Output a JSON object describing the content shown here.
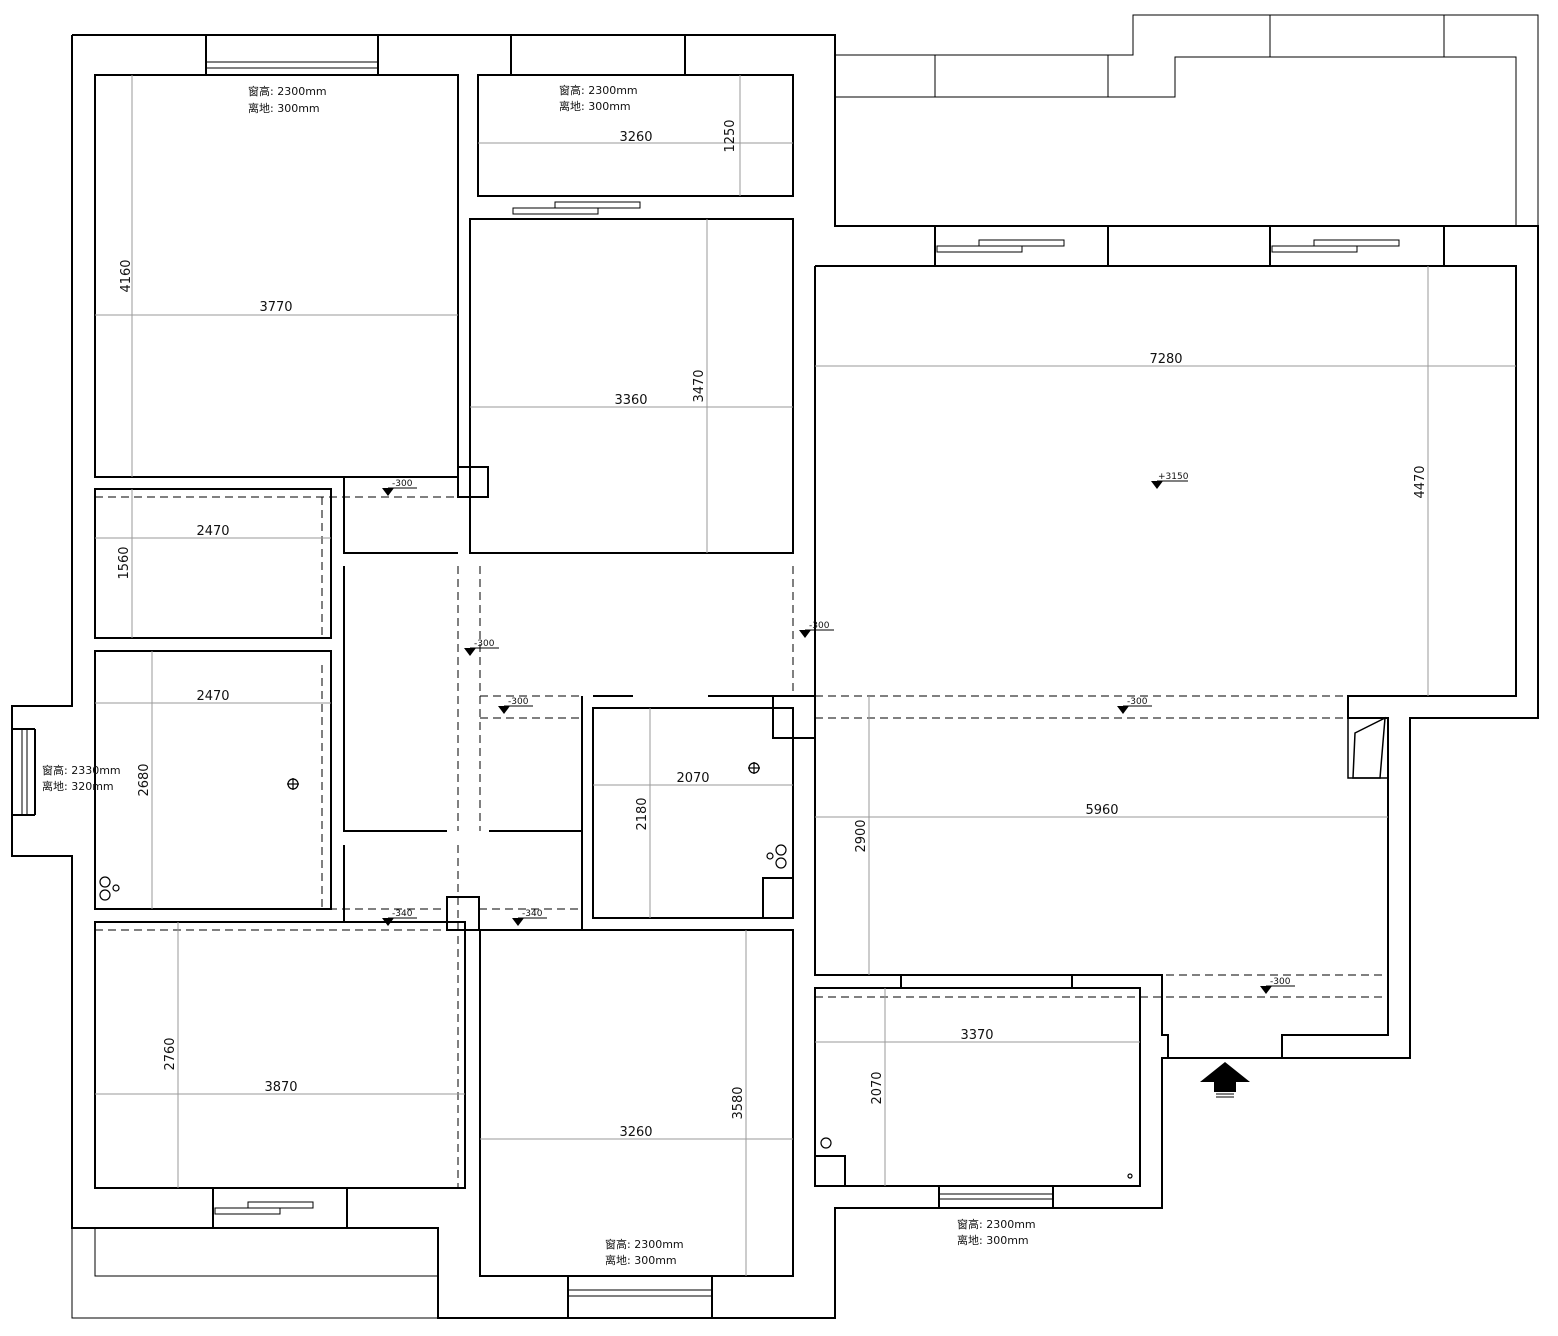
{
  "dimensions": [
    {
      "id": "w1",
      "text": "3770"
    },
    {
      "id": "h1",
      "text": "4160"
    },
    {
      "id": "w2",
      "text": "3260"
    },
    {
      "id": "h2",
      "text": "1250"
    },
    {
      "id": "w3",
      "text": "3360"
    },
    {
      "id": "h3",
      "text": "3470"
    },
    {
      "id": "w4",
      "text": "7280"
    },
    {
      "id": "h4",
      "text": "4470"
    },
    {
      "id": "w5",
      "text": "2470"
    },
    {
      "id": "h5",
      "text": "1560"
    },
    {
      "id": "w6",
      "text": "2470"
    },
    {
      "id": "h6",
      "text": "2680"
    },
    {
      "id": "w7",
      "text": "2070"
    },
    {
      "id": "h7",
      "text": "2180"
    },
    {
      "id": "w8",
      "text": "5960"
    },
    {
      "id": "h8",
      "text": "2900"
    },
    {
      "id": "w9",
      "text": "3870"
    },
    {
      "id": "h9",
      "text": "2760"
    },
    {
      "id": "w10",
      "text": "3260"
    },
    {
      "id": "h10",
      "text": "3580"
    },
    {
      "id": "w11",
      "text": "3370"
    },
    {
      "id": "h11",
      "text": "2070"
    }
  ],
  "window_notes": [
    {
      "height": "窗高: 2300mm",
      "sill": "离地: 300mm"
    },
    {
      "height": "窗高: 2300mm",
      "sill": "离地: 300mm"
    },
    {
      "height": "窗高: 2330mm",
      "sill": "离地: 320mm"
    },
    {
      "height": "窗高: 2300mm",
      "sill": "离地: 300mm"
    },
    {
      "height": "窗高: 2300mm",
      "sill": "离地: 300mm"
    }
  ],
  "levels": [
    "-300",
    "+3150",
    "-300",
    "-300",
    "-300",
    "-300",
    "-340",
    "-340",
    "-300"
  ],
  "colors": {
    "wall": "#000000",
    "dimension": "#9a9a9a",
    "text": "#111111",
    "background": "#ffffff"
  },
  "icons": [
    "entrance-arrow-icon",
    "floor-drain-icon",
    "level-marker-icon",
    "fixture-circle-icon"
  ]
}
